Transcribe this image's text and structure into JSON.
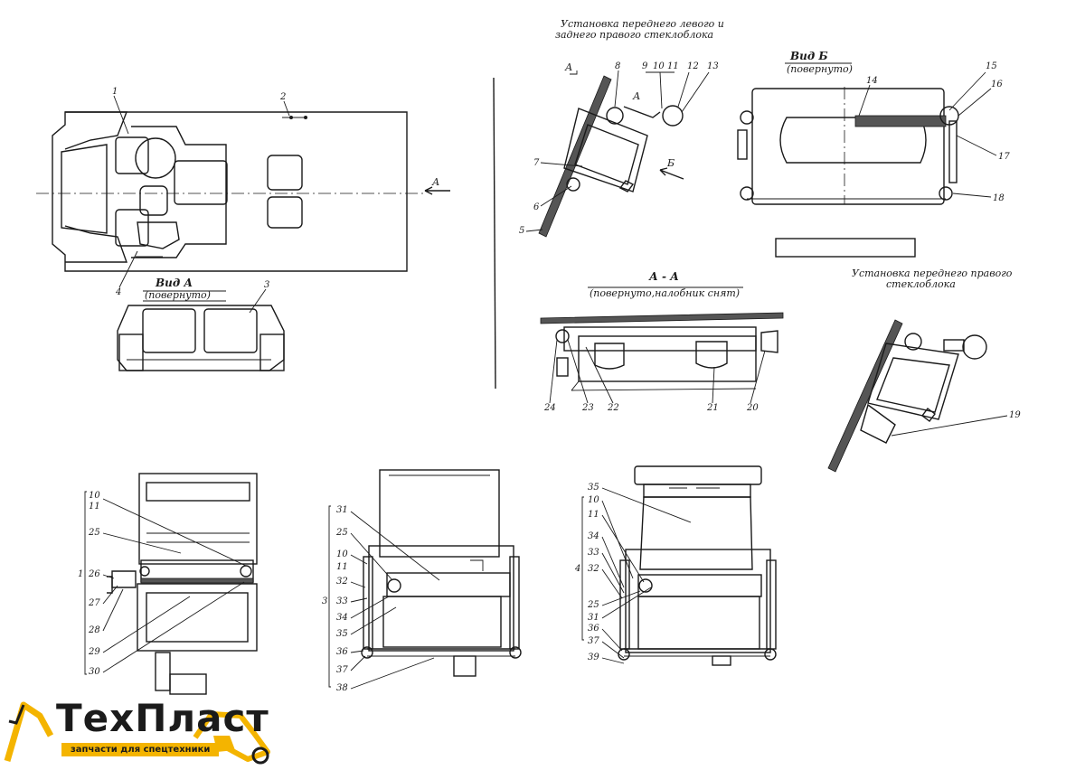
{
  "captions": {
    "install_front_left": "Установка переднего левого и",
    "install_front_left_2": "заднего правого стеклоблока",
    "view_b": "Вид Б",
    "view_b_rot": "(повернуто)",
    "view_a": "Вид А",
    "view_a_rot": "(повернуто)",
    "section_aa": "А - А",
    "section_aa_sub": "(повернуто,налобник снят)",
    "install_front_right": "Установка переднего правого",
    "install_front_right_2": "стеклоблока",
    "arrow_a": "А",
    "arrow_b": "Б",
    "callout_a": "А"
  },
  "callouts": {
    "c1": "1",
    "c2": "2",
    "c3": "3",
    "c4": "4",
    "c5": "5",
    "c6": "6",
    "c7": "7",
    "c8": "8",
    "c9": "9",
    "c10": "10",
    "c11": "11",
    "c12": "12",
    "c13": "13",
    "c14": "14",
    "c15": "15",
    "c16": "16",
    "c17": "17",
    "c18": "18",
    "c19": "19",
    "c20": "20",
    "c21": "21",
    "c22": "22",
    "c23": "23",
    "c24": "24",
    "b1": [
      "10",
      "11",
      "25",
      "26",
      "27",
      "28",
      "29",
      "30"
    ],
    "b1_group": "1",
    "b2": [
      "31",
      "25",
      "10",
      "11",
      "32",
      "33",
      "34",
      "35",
      "36",
      "37",
      "38"
    ],
    "b2_group": "3",
    "b3": [
      "35",
      "10",
      "11",
      "34",
      "33",
      "32",
      "25",
      "31",
      "36",
      "37",
      "39"
    ],
    "b3_group": "4"
  },
  "logo": {
    "brand_dark": "Тех",
    "brand_accent": "Пласт",
    "tagline": "запчасти для спецтехники",
    "accent_color": "#f4b400"
  }
}
